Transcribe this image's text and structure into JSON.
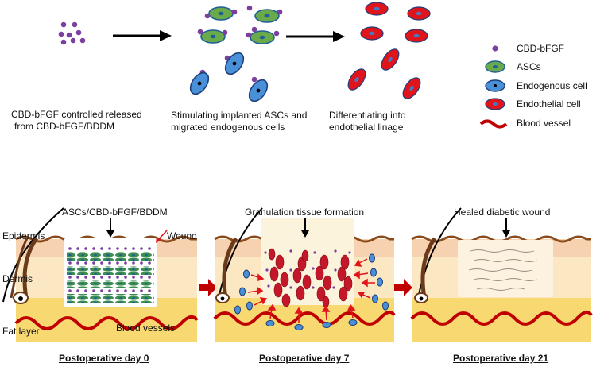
{
  "top_flow": {
    "step1_line1": "CBD-bFGF controlled released",
    "step1_line2": "from CBD-bFGF/BDDM",
    "step2_line1": "Stimulating implanted ASCs and",
    "step2_line2": "migrated endogenous cells",
    "step3_line1": "Differentiating into",
    "step3_line2": "endothelial linage"
  },
  "legend": {
    "items": [
      {
        "label": "CBD-bFGF",
        "icon": "purple-dot"
      },
      {
        "label": "ASCs",
        "icon": "green-cell"
      },
      {
        "label": "Endogenous cell",
        "icon": "blue-cell"
      },
      {
        "label": "Endothelial cell",
        "icon": "red-cell"
      },
      {
        "label": "Blood vessel",
        "icon": "red-wave"
      }
    ]
  },
  "panels": {
    "day0": {
      "title": "ASCs/CBD-bFGF/BDDM",
      "epidermis": "Epidermis",
      "wound": "Wound",
      "dermis": "Dermis",
      "fat_layer": "Fat layer",
      "blood_vessels": "Blood vessels",
      "caption": "Postoperative day 0"
    },
    "day7": {
      "title": "Granulation tissue formation",
      "caption": "Postoperative day 7"
    },
    "day21": {
      "title": "Healed diabetic wound",
      "caption": "Postoperative day 21"
    }
  },
  "colors": {
    "cbd_bfgf": "#7b3fa0",
    "asc_fill": "#6aaa4a",
    "endogenous_fill": "#4a90d9",
    "endothelial_fill": "#e0141b",
    "vessel": "#c00000",
    "epidermis": "#f6d2b0",
    "dermis": "#fbe7c2",
    "fat": "#f8d870",
    "hair": "#6b3a1a"
  }
}
